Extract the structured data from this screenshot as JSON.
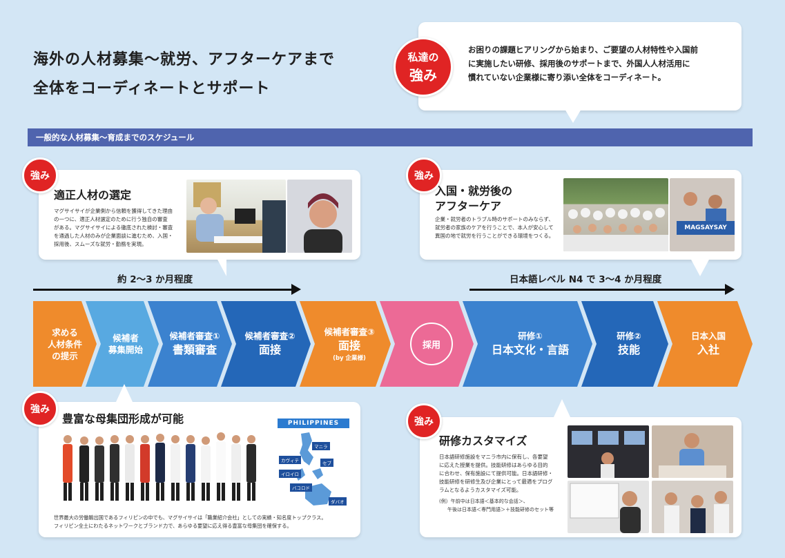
{
  "title": {
    "line1": "海外の人材募集〜就労、アフターケアまで",
    "line2": "全体をコーディネートとサポート"
  },
  "our_strength": {
    "badge_line1": "私達の",
    "badge_line2": "強み",
    "text_lines": [
      "お困りの課題ヒアリングから始まり、ご要望の人材特性や入国前",
      "に実施したい研修、採用後のサポートまで、外国人人材活用に",
      "慣れていない企業様に寄り添い全体をコーディネート。"
    ]
  },
  "schedule_bar": "一般的な人材募集〜育成までのスケジュール",
  "strength_badge": "強み",
  "card_selection": {
    "heading": "適正人材の選定",
    "text_lines": [
      "マグサイサイが企業側から信頼を獲得してきた理由",
      "の一つに、適正人材選定のために行う独自の審査",
      "がある。マグサイサイによる徹底された検討・審査",
      "を通過した人材のみが企業面談に進むため、入国・",
      "採用後、スムーズな就労・勤務を実現。"
    ]
  },
  "card_aftercare": {
    "heading_line1": "入国・就労後の",
    "heading_line2": "アフターケア",
    "text_lines": [
      "企業・就労者のトラブル時のサポートのみならず、",
      "就労者の家族のケアを行うことで、本人が安心して",
      "異国の地で就労を行うことができる環境をつくる。"
    ],
    "sign_text": "MAGSAYSAY"
  },
  "durations": {
    "left": "約 2〜3 か月程度",
    "right": "日本語レベル N4 で 3〜4 か月程度"
  },
  "flow": [
    {
      "lines": [
        "求める",
        "人材条件",
        "の提示"
      ],
      "color": "#ef8b2c"
    },
    {
      "lines": [
        "候補者",
        "募集開始"
      ],
      "color": "#58a9e1"
    },
    {
      "small": "候補者審査①",
      "large": "書類審査",
      "color": "#3b82cf"
    },
    {
      "small": "候補者審査②",
      "large": "面接",
      "color": "#2467b8"
    },
    {
      "small": "候補者審査③",
      "large": "面接",
      "tiny": "(by 企業様)",
      "color": "#ef8b2c"
    },
    {
      "circle": "採用",
      "color": "#ec6a96"
    },
    {
      "small": "研修①",
      "large": "日本文化・言語",
      "color": "#3b82cf"
    },
    {
      "small": "研修②",
      "large": "技能",
      "color": "#2467b8"
    },
    {
      "small": "日本入国",
      "large": "入社",
      "color": "#ef8b2c"
    }
  ],
  "card_pool": {
    "heading": "豊富な母集団形成が可能",
    "map_title": "PHILIPPINES",
    "map_cities": [
      "マニラ",
      "カヴィテ",
      "セブ",
      "イロイロ",
      "バコロド",
      "ダバオ"
    ],
    "text_lines": [
      "世界最大の労働輸出国であるフィリピンの中でも、マグサイサイは「職業紹介会社」としての実績・知名度トップクラス。",
      "フィリピン全土にわたるネットワークとブランド力で、あらゆる要望に応え得る豊富な母集団を確保する。"
    ]
  },
  "card_training": {
    "heading": "研修カスタマイズ",
    "text_lines": [
      "日本語研修施設をマニラ市内に保有し、各要望",
      "に応えた授業を提供。技能研修はあらゆる目的",
      "に合わせ、保有施設にて提供可能。日本語研修・",
      "技能研修を研修生及び企業にとって最適をプログ",
      "ラムとなるようカスタマイズ可能。"
    ],
    "example_lines": [
      "(例）午前中は日本語＜基本的な会話＞、",
      "午後は日本語＜専門用語＞＋技能研修のセット等"
    ]
  },
  "colors": {
    "background": "#d3e6f5",
    "badge_red": "#e02424",
    "bar_blue": "#4f64ae",
    "flow_orange": "#ef8b2c",
    "flow_light_blue": "#58a9e1",
    "flow_mid_blue": "#3b82cf",
    "flow_dark_blue": "#2467b8",
    "flow_pink": "#ec6a96",
    "map_blue": "#2b7bd0"
  }
}
